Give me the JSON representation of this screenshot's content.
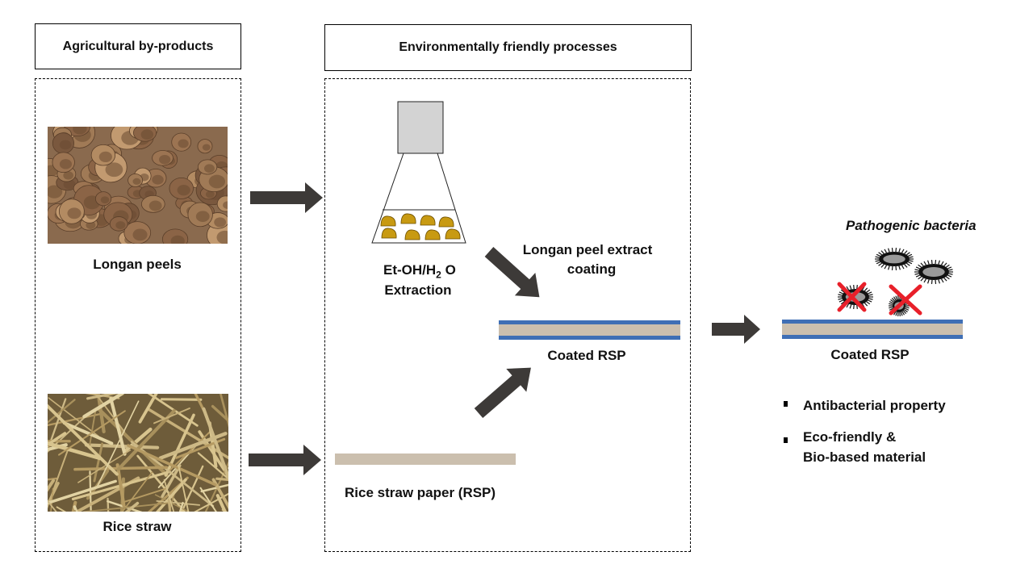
{
  "panels": {
    "left_title": "Agricultural by-products",
    "middle_title": "Environmentally  friendly processes"
  },
  "photos": {
    "longan_label": "Longan  peels",
    "rice_label": "Rice straw"
  },
  "process": {
    "extraction_line1": "Et-OH/H",
    "extraction_sub": "2",
    "extraction_line1_end": " O",
    "extraction_line2": "Extraction",
    "coating_line1": "Longan  peel extract",
    "coating_line2": "coating",
    "coated_rsp": "Coated RSP",
    "rsp_label": "Rice straw paper  (RSP)"
  },
  "result": {
    "bacteria_label": "Pathogenic  bacteria",
    "coated_rsp": "Coated RSP",
    "properties": [
      "Antibacterial property",
      "Eco-friendly &",
      "Bio-based material"
    ]
  },
  "colors": {
    "arrow": "#3d3a38",
    "paper": "#cbbfae",
    "coating": "#3f6fb5",
    "flask_cap": "#d3d3d3",
    "peel_piece": "#c89a12",
    "cross": "#e8202a"
  }
}
